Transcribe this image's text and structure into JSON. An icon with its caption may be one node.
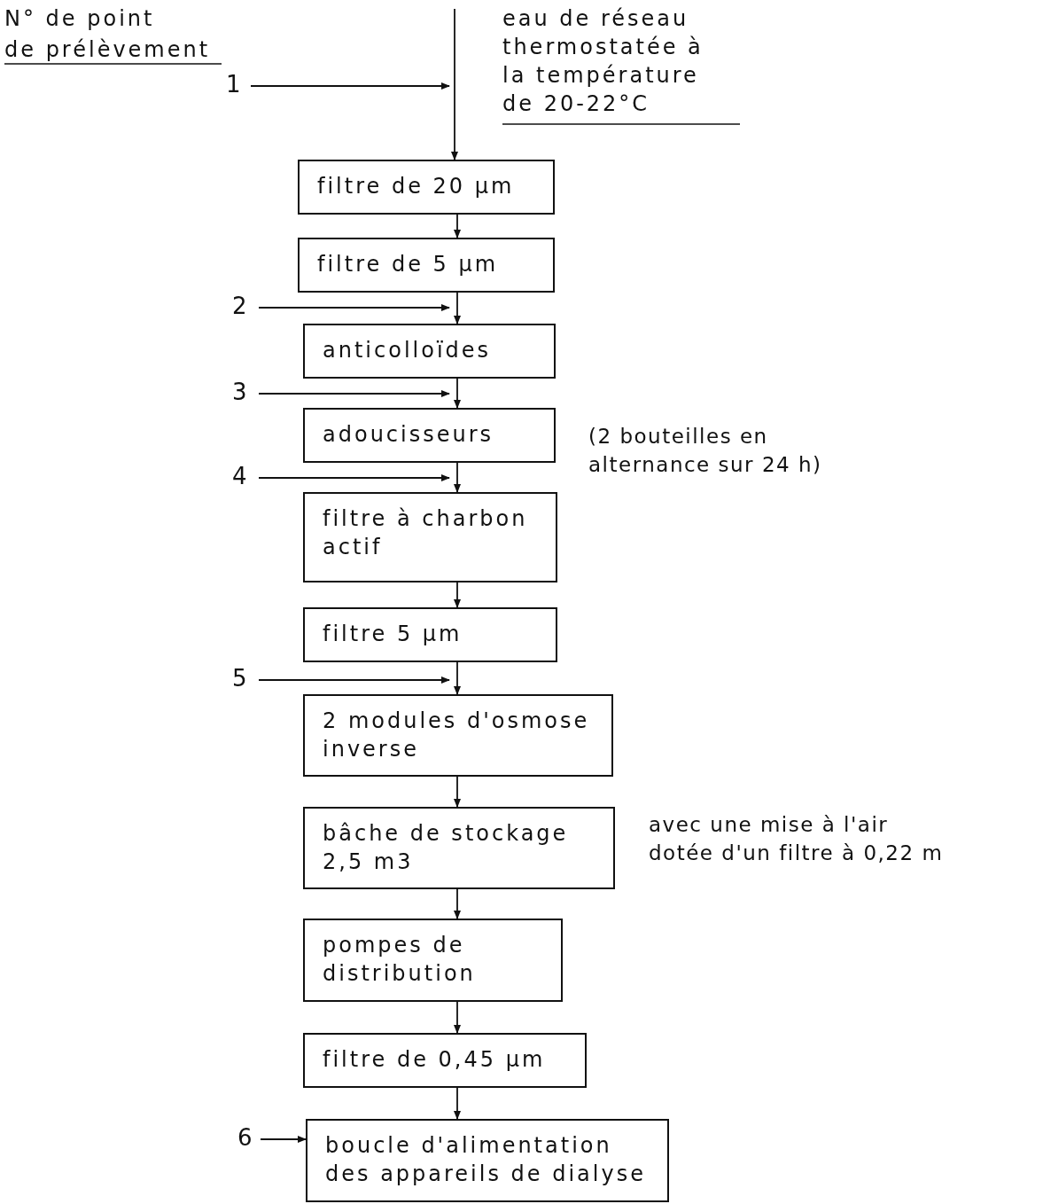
{
  "diagram": {
    "nodes": [
      {
        "text": [
          "1"
        ]
      },
      {
        "text": [
          "filtre de 20 µm"
        ]
      },
      {
        "text": [
          "filtre de 5 µm"
        ]
      },
      {
        "text": [
          "2"
        ]
      },
      {
        "text": [
          "anticolloïdes"
        ]
      },
      {
        "text": [
          "3"
        ]
      },
      {
        "text": [
          "adoucisseurs"
        ],
        "beside": [
          "(2 bouteilles en alternance sur 24 h)"
        ]
      },
      {
        "text": [
          "4"
        ]
      },
      {
        "text": [
          "filtre à charbon actif"
        ]
      },
      {
        "text": [
          "filtre 5 µm"
        ]
      },
      {
        "text": [
          "5"
        ]
      },
      {
        "text": [
          "2 modules d'osmose inverse"
        ]
      },
      {
        "text": [
          "bâche de stockage 2,5 m3"
        ],
        "beside": [
          "avec une mise à l'air dotée d'un filtre à 0,22 m"
        ]
      },
      {
        "text": [
          "pompes de distribution"
        ]
      },
      {
        "text": [
          "filtre de 0,45 µm"
        ]
      },
      {
        "text": [
          "6"
        ]
      },
      {
        "text": [
          "boucle d'alimentation des appareils de dialyse"
        ]
      }
    ],
    "edges": [
      {
        "from": 0,
        "to": null,
        "arrow": "to"
      },
      {
        "from": null,
        "to": 1,
        "arrow": "to"
      },
      {
        "from": 1,
        "to": 2,
        "arrow": "to"
      },
      {
        "from": 2,
        "to": 4,
        "arrow": "to"
      },
      {
        "from": 3,
        "to": 4,
        "arrow": "to"
      },
      {
        "from": 4,
        "to": 6,
        "arrow": "to"
      },
      {
        "from": 5,
        "to": 6,
        "arrow": "to"
      },
      {
        "from": 6,
        "to": 8,
        "arrow": "to"
      },
      {
        "from": 7,
        "to": 8,
        "arrow": "to"
      },
      {
        "from": 8,
        "to": 9,
        "arrow": "to"
      },
      {
        "from": 9,
        "to": 11,
        "arrow": "to"
      },
      {
        "from": 10,
        "to": 11,
        "arrow": "to"
      },
      {
        "from": 11,
        "to": 12,
        "arrow": "to"
      },
      {
        "from": 12,
        "to": 13,
        "arrow": "to"
      },
      {
        "from": 13,
        "to": 14,
        "arrow": "to"
      },
      {
        "from": 14,
        "to": 16,
        "arrow": "to"
      },
      {
        "from": 15,
        "to": 16,
        "arrow": "to"
      }
    ],
    "labels": [
      "N° de point",
      "de prélèvement",
      "eau de réseau thermostatée à la température de 20-22°C"
    ]
  }
}
